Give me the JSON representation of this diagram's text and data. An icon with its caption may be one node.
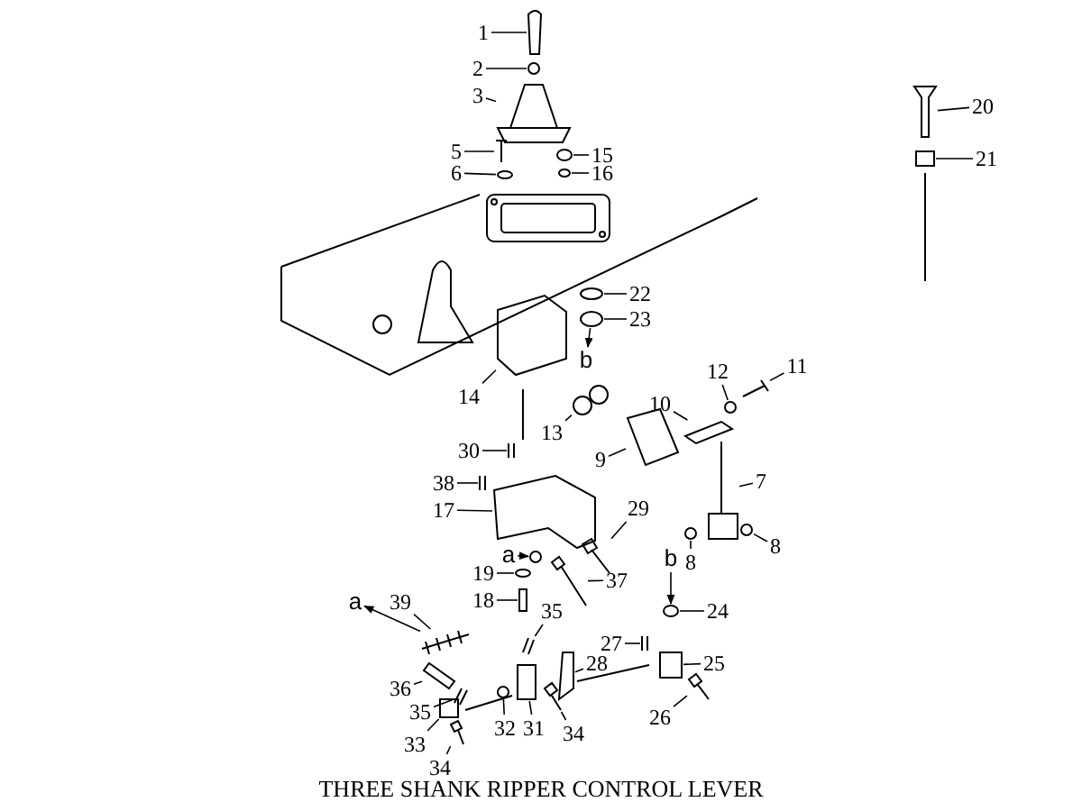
{
  "diagram": {
    "caption": "THREE SHANK RIPPER CONTROL LEVER",
    "nodes": [
      {
        "text": [
          "1"
        ]
      },
      {
        "text": [
          "2"
        ]
      },
      {
        "text": [
          "3"
        ]
      },
      {
        "text": [
          "20"
        ]
      },
      {
        "text": [
          "5"
        ]
      },
      {
        "text": [
          "15"
        ]
      },
      {
        "text": [
          "21"
        ]
      },
      {
        "text": [
          "6"
        ]
      },
      {
        "text": [
          "16"
        ]
      },
      {
        "text": [
          "22"
        ]
      },
      {
        "text": [
          "23"
        ]
      },
      {
        "text": [
          "b"
        ]
      },
      {
        "text": [
          "14"
        ]
      },
      {
        "text": [
          "11"
        ]
      },
      {
        "text": [
          "12"
        ]
      },
      {
        "text": [
          "10"
        ]
      },
      {
        "text": [
          "13"
        ]
      },
      {
        "text": [
          "9"
        ]
      },
      {
        "text": [
          "30"
        ]
      },
      {
        "text": [
          "7"
        ]
      },
      {
        "text": [
          "38"
        ]
      },
      {
        "text": [
          "17"
        ]
      },
      {
        "text": [
          "29"
        ]
      },
      {
        "text": [
          "a"
        ]
      },
      {
        "text": [
          "8"
        ]
      },
      {
        "text": [
          "8"
        ]
      },
      {
        "text": [
          "19"
        ]
      },
      {
        "text": [
          "37"
        ]
      },
      {
        "text": [
          "18"
        ]
      },
      {
        "text": [
          "b"
        ]
      },
      {
        "text": [
          "24"
        ]
      },
      {
        "text": [
          "a"
        ]
      },
      {
        "text": [
          "39"
        ]
      },
      {
        "text": [
          "35"
        ]
      },
      {
        "text": [
          "27"
        ]
      },
      {
        "text": [
          "28"
        ]
      },
      {
        "text": [
          "25"
        ]
      },
      {
        "text": [
          "36"
        ]
      },
      {
        "text": [
          "35"
        ]
      },
      {
        "text": [
          "26"
        ]
      },
      {
        "text": [
          "31"
        ]
      },
      {
        "text": [
          "32"
        ]
      },
      {
        "text": [
          "34"
        ]
      },
      {
        "text": [
          "33"
        ]
      },
      {
        "text": [
          "34"
        ]
      },
      {
        "text": [],
        "shape": "picture"
      },
      {
        "text": [],
        "shape": "circle"
      },
      {
        "text": [],
        "shape": "picture"
      },
      {
        "text": [],
        "shape": "picture"
      },
      {
        "text": [],
        "shape": "picture"
      },
      {
        "text": [],
        "shape": "circle"
      },
      {
        "text": [],
        "shape": "box"
      },
      {
        "text": [],
        "shape": "circle"
      },
      {
        "text": [],
        "shape": "circle"
      },
      {
        "text": [],
        "shape": "circle"
      },
      {
        "text": [],
        "shape": "circle"
      },
      {
        "text": [],
        "shape": "picture"
      },
      {
        "text": [],
        "shape": "picture"
      },
      {
        "text": [],
        "shape": "circle"
      },
      {
        "text": [],
        "shape": "picture"
      },
      {
        "text": [],
        "shape": "circle"
      },
      {
        "text": [],
        "shape": "picture"
      },
      {
        "text": [],
        "shape": "picture"
      },
      {
        "text": [],
        "shape": "picture"
      },
      {
        "text": [],
        "shape": "picture"
      },
      {
        "text": [],
        "shape": "picture"
      },
      {
        "text": [],
        "shape": "picture"
      },
      {
        "text": [],
        "shape": "circle"
      },
      {
        "text": [],
        "shape": "circle"
      },
      {
        "text": [],
        "shape": "circle"
      },
      {
        "text": [],
        "shape": "circle"
      },
      {
        "text": [],
        "shape": "picture"
      },
      {
        "text": [],
        "shape": "box"
      },
      {
        "text": [],
        "shape": "circle"
      },
      {
        "text": [],
        "shape": "picture"
      },
      {
        "text": [],
        "shape": "picture"
      },
      {
        "text": [],
        "shape": "picture"
      },
      {
        "text": [],
        "shape": "picture"
      },
      {
        "text": [],
        "shape": "box"
      },
      {
        "text": [],
        "shape": "picture"
      },
      {
        "text": [],
        "shape": "picture"
      },
      {
        "text": [],
        "shape": "picture"
      },
      {
        "text": [],
        "shape": "box"
      },
      {
        "text": [],
        "shape": "circle"
      },
      {
        "text": [],
        "shape": "picture"
      },
      {
        "text": [],
        "shape": "box"
      },
      {
        "text": [],
        "shape": "picture"
      }
    ],
    "edges": [
      {
        "from": 0,
        "to": 45,
        "arrow": "none"
      },
      {
        "from": 1,
        "to": 46,
        "arrow": "none"
      },
      {
        "from": 2,
        "to": 47,
        "arrow": "none"
      },
      {
        "from": 3,
        "to": 48,
        "arrow": "none"
      },
      {
        "from": 4,
        "to": 49,
        "arrow": "none"
      },
      {
        "from": 5,
        "to": 50,
        "arrow": "none"
      },
      {
        "from": 6,
        "to": 51,
        "arrow": "none"
      },
      {
        "from": 7,
        "to": 52,
        "arrow": "none"
      },
      {
        "from": 8,
        "to": 53,
        "arrow": "none"
      },
      {
        "from": 9,
        "to": 54,
        "arrow": "none"
      },
      {
        "from": 10,
        "to": 55,
        "arrow": "none"
      },
      {
        "from": 55,
        "to": 11,
        "arrow": "to"
      },
      {
        "from": 12,
        "to": 56,
        "arrow": "none"
      },
      {
        "from": 13,
        "to": 57,
        "arrow": "none"
      },
      {
        "from": 14,
        "to": 58,
        "arrow": "none"
      },
      {
        "from": 15,
        "to": 59,
        "arrow": "none"
      },
      {
        "from": 16,
        "to": 60,
        "arrow": "none"
      },
      {
        "from": 17,
        "to": 61,
        "arrow": "none"
      },
      {
        "from": 18,
        "to": 62,
        "arrow": "none"
      },
      {
        "from": 19,
        "to": 63,
        "arrow": "none"
      },
      {
        "from": 20,
        "to": 64,
        "arrow": "none"
      },
      {
        "from": 21,
        "to": 65,
        "arrow": "none"
      },
      {
        "from": 22,
        "to": 66,
        "arrow": "none"
      },
      {
        "from": 23,
        "to": 67,
        "arrow": "to"
      },
      {
        "from": 24,
        "to": 68,
        "arrow": "none"
      },
      {
        "from": 25,
        "to": 69,
        "arrow": "none"
      },
      {
        "from": 26,
        "to": 70,
        "arrow": "none"
      },
      {
        "from": 27,
        "to": 71,
        "arrow": "none"
      },
      {
        "from": 28,
        "to": 72,
        "arrow": "none"
      },
      {
        "from": 29,
        "to": 73,
        "arrow": "to"
      },
      {
        "from": 30,
        "to": 73,
        "arrow": "none"
      },
      {
        "from": 74,
        "to": 31,
        "arrow": "to"
      },
      {
        "from": 32,
        "to": 74,
        "arrow": "none"
      },
      {
        "from": 33,
        "to": 75,
        "arrow": "none"
      },
      {
        "from": 34,
        "to": 76,
        "arrow": "none"
      },
      {
        "from": 35,
        "to": 77,
        "arrow": "none"
      },
      {
        "from": 36,
        "to": 78,
        "arrow": "none"
      },
      {
        "from": 37,
        "to": 79,
        "arrow": "none"
      },
      {
        "from": 38,
        "to": 80,
        "arrow": "none"
      },
      {
        "from": 39,
        "to": 81,
        "arrow": "none"
      },
      {
        "from": 40,
        "to": 82,
        "arrow": "none"
      },
      {
        "from": 41,
        "to": 83,
        "arrow": "none"
      },
      {
        "from": 42,
        "to": 84,
        "arrow": "none"
      },
      {
        "from": 43,
        "to": 85,
        "arrow": "none"
      },
      {
        "from": 44,
        "to": 86,
        "arrow": "none"
      }
    ]
  }
}
